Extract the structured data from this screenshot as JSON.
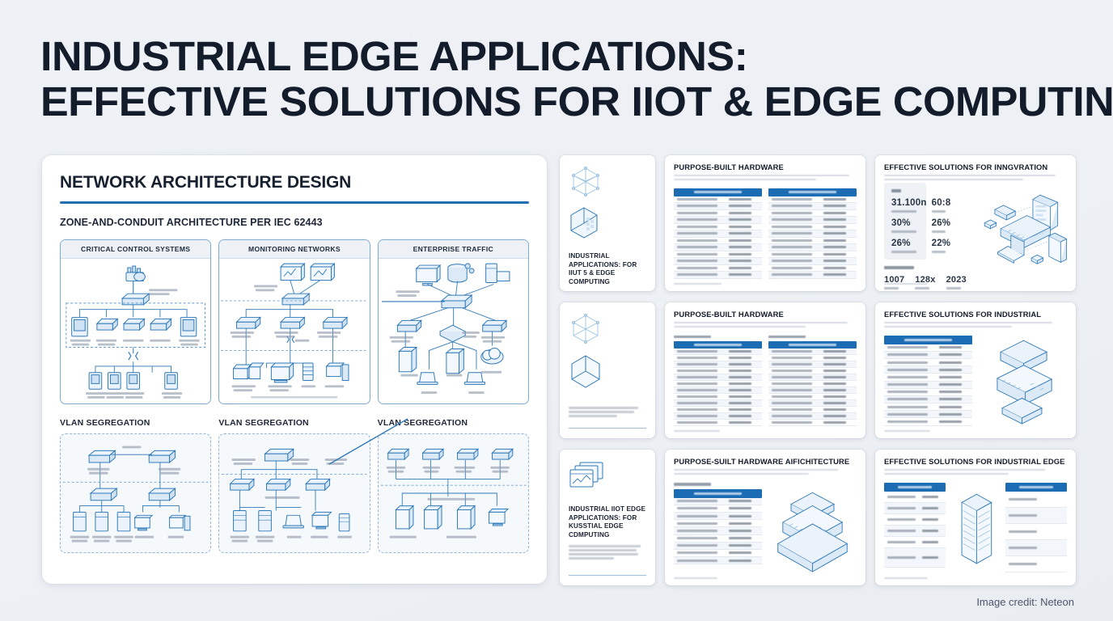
{
  "title": {
    "line1": "INDUSTRIAL EDGE APPLICATIONS:",
    "line2": "EFFECTIVE SOLUTIONS FOR IIOT & EDGE COMPUTING"
  },
  "colors": {
    "background": "#eef1f5",
    "accent_blue": "#1f6fb2",
    "table_header_blue": "#1c6cb4",
    "diagram_stroke": "#2e78b8",
    "heading_dark": "#131c2b"
  },
  "main_card": {
    "title": "NETWORK ARCHITECTURE DESIGN",
    "subtitle": "ZONE-AND-CONDUIT ARCHITECTURE PER IEC 62443",
    "zones": [
      {
        "header": "CRITICAL CONTROL SYSTEMS"
      },
      {
        "header": "MONITORING NETWORKS"
      },
      {
        "header": "ENTERPRISE TRAFFIC"
      }
    ],
    "vlan_labels": [
      "VLAN SEGREGATION",
      "VLAN SEGREGATION",
      "VLAN SEGREGATION"
    ]
  },
  "thumbnails": [
    {
      "kind": "cover",
      "title": "INDUSTRIAL APPLICATIONS: FOR IIUT 5 & EDGE COMPUTING",
      "icon": "network-nodes-icon",
      "icon2": "isometric-cube-icon"
    },
    {
      "kind": "table-sheet",
      "title": "PURPOSE-BUILT HARDWARE",
      "table_header_left": "",
      "table_header_right": "",
      "rows": 13
    },
    {
      "kind": "stats-sheet",
      "title": "EFFECTIVE SOLUTIONS FOR INNGVRATION",
      "stats": [
        {
          "value": "31.100n"
        },
        {
          "value": "60:8"
        },
        {
          "value": "30%"
        },
        {
          "value": "26%"
        },
        {
          "value": "26%"
        },
        {
          "value": "22%"
        }
      ],
      "stats_secondary": [
        {
          "value": "1007"
        },
        {
          "value": "128x"
        },
        {
          "value": "2023"
        }
      ],
      "illustration": "isometric-server-laptop-icon"
    },
    {
      "kind": "cover",
      "title": "",
      "icon": "network-nodes-icon",
      "icon2": "isometric-prism-icon"
    },
    {
      "kind": "dual-table-sheet",
      "title": "PURPOSE-BUILT HARDWARE",
      "rows": 13
    },
    {
      "kind": "table-illustration-sheet",
      "title": "EFFECTIVE SOLUTIONS FOR INDUSTRIAL",
      "rows": 11,
      "illustration": "isometric-datacenter-icon"
    },
    {
      "kind": "cover",
      "title": "INDUSTRIAL IIOT EDGE APPLICATIONS: FOR KUSSTIAL EDGE CDMPUTING",
      "icon": "window-stack-icon",
      "icon2": ""
    },
    {
      "kind": "table-illustration-sheet",
      "title": "PURPOSE-SUILT HARDWARE AIFICHITECTURE",
      "rows": 9,
      "illustration": "isometric-building-icon"
    },
    {
      "kind": "table-illustration-sheet",
      "title": "EFFECTIVE SOLUTIONS FOR INDUSTRIAL EDGE",
      "rows": 6,
      "illustration": "isometric-rack-icon"
    }
  ],
  "credit": "Image credit: Neteon"
}
